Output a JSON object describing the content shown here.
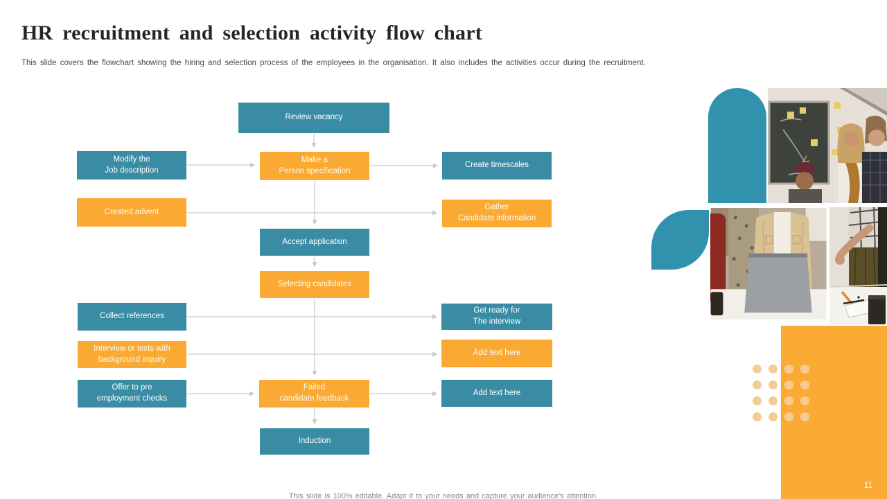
{
  "slide": {
    "title": "HR recruitment and selection activity flow chart",
    "subtitle": "This slide covers the flowchart showing the hiring and selection process of the employees in the organisation. It also includes the activities occur during the recruitment.",
    "footer": "This slide is 100% editable. Adapt it to your needs and capture your audience's attention.",
    "page_number": "11"
  },
  "colors": {
    "teal": "#3A8CA5",
    "teal_shape": "#3192AE",
    "orange": "#FAAA33",
    "orange_rect": "#FBAB33",
    "arrow": "#C9C9C9",
    "dot": "#F5CD92"
  },
  "flowchart": {
    "nodes": [
      {
        "id": "review-vacancy",
        "label": "Review vacancy",
        "color": "teal"
      },
      {
        "id": "modify-job-description",
        "label": "Modify the\nJob description",
        "color": "teal"
      },
      {
        "id": "make-person-specification",
        "label": "Make a\nPerson specification",
        "color": "orange"
      },
      {
        "id": "create-timescales",
        "label": "Create timescales",
        "color": "teal"
      },
      {
        "id": "created-advent",
        "label": "Created advent",
        "color": "orange"
      },
      {
        "id": "gather-candidate-information",
        "label": "Gather\nCandidate information",
        "color": "orange"
      },
      {
        "id": "accept-application",
        "label": "Accept application",
        "color": "teal"
      },
      {
        "id": "selecting-candidates",
        "label": "Selecting candidates",
        "color": "orange"
      },
      {
        "id": "collect-references",
        "label": "Collect references",
        "color": "teal"
      },
      {
        "id": "get-ready-for-interview",
        "label": "Get ready for\nThe interview",
        "color": "teal"
      },
      {
        "id": "interview-or-tests",
        "label": "Interview or tests with\nbackground inquiry",
        "color": "orange"
      },
      {
        "id": "add-text-here-1",
        "label": "Add text here",
        "color": "orange"
      },
      {
        "id": "offer-pre-employment-checks",
        "label": "Offer to pre\nemployment checks",
        "color": "teal"
      },
      {
        "id": "failed-candidate-feedback",
        "label": "Failed\ncandidate feedback",
        "color": "orange"
      },
      {
        "id": "add-text-here-2",
        "label": "Add text here",
        "color": "teal"
      },
      {
        "id": "induction",
        "label": "Induction",
        "color": "teal"
      }
    ],
    "edges": [
      {
        "from": "review-vacancy",
        "to": "make-person-specification"
      },
      {
        "from": "modify-job-description",
        "to": "make-person-specification"
      },
      {
        "from": "make-person-specification",
        "to": "create-timescales"
      },
      {
        "from": "make-person-specification",
        "to": "accept-application"
      },
      {
        "from": "created-advent",
        "to": "gather-candidate-information"
      },
      {
        "from": "accept-application",
        "to": "selecting-candidates"
      },
      {
        "from": "selecting-candidates",
        "to": "failed-candidate-feedback"
      },
      {
        "from": "collect-references",
        "to": "get-ready-for-interview"
      },
      {
        "from": "interview-or-tests",
        "to": "add-text-here-1"
      },
      {
        "from": "offer-pre-employment-checks",
        "to": "failed-candidate-feedback"
      },
      {
        "from": "failed-candidate-feedback",
        "to": "add-text-here-2"
      },
      {
        "from": "failed-candidate-feedback",
        "to": "induction"
      }
    ]
  }
}
